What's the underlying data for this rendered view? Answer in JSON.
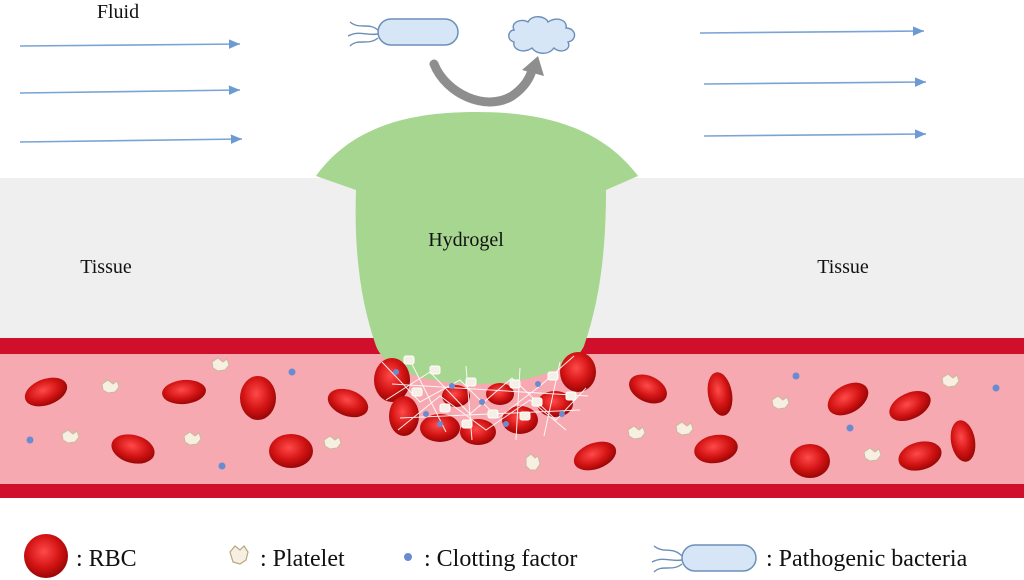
{
  "labels": {
    "fluid": "Fluid",
    "tissue_left": "Tissue",
    "tissue_right": "Tissue",
    "hydrogel": "Hydrogel"
  },
  "legend": {
    "rbc": ": RBC",
    "platelet": ": Platelet",
    "clotting_factor": ": Clotting factor",
    "bacteria": ": Pathogenic bacteria"
  },
  "colors": {
    "tissue": "#efefef",
    "vessel_wall": "#d0102a",
    "blood": "#f6a9b0",
    "rbc": "#d01e1e",
    "hydrogel": "#a6d690",
    "clotting_factor": "#6a8bd0",
    "bacteria": "#d6e6f6",
    "flow_arrow": "#7aa4d6",
    "curved_arrow": "#8e8e8e"
  },
  "icons": {
    "bacteria": "rod-bacteria-with-flagella-icon",
    "dead_bacteria": "lysed-bacteria-cloud-icon",
    "transform_arrow": "curved-arrow-icon",
    "platelet": "platelet-icon",
    "rbc": "red-blood-cell-icon",
    "clotting_factor": "clotting-factor-dot-icon"
  }
}
